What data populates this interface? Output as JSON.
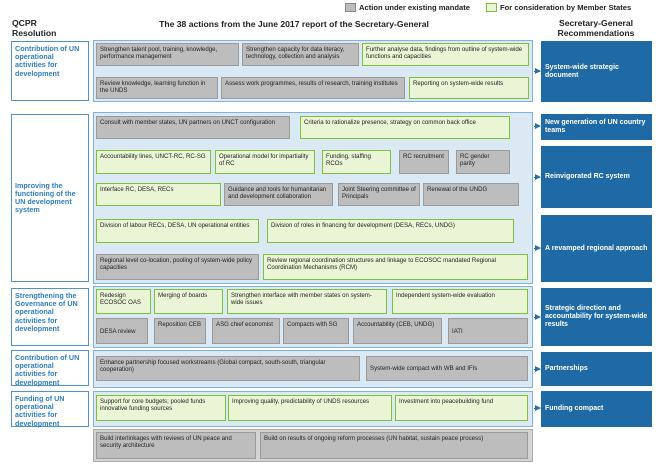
{
  "legend": {
    "mandate_label": "Action under existing mandate",
    "member_states_label": "For consideration by Member States",
    "colors": {
      "mandate": "#bdbdbd",
      "member_states": "#eaf5d6",
      "accent_blue": "#1f6aa5"
    }
  },
  "headers": {
    "qcpr": "QCPR\nResolution",
    "actions": "The 38 actions from the June 2017 report of the Secretary-General",
    "recommendations": "Secretary-General\nRecommendations"
  },
  "rows": [
    {
      "qcpr": "Contribution of UN operational activities for development",
      "actions": [
        {
          "text": "Strengthen talent pool, training, knowledge, performance management",
          "type": "gray"
        },
        {
          "text": "Strengthen capacity for data literacy, technology, collection and analysis",
          "type": "gray"
        },
        {
          "text": "Further analyse data, findings from outline of system-wide functions and capacities",
          "type": "green"
        },
        {
          "text": "Review knowledge, learning function in the UNDS",
          "type": "gray"
        },
        {
          "text": "Assess work programmes, results of research, training institutes",
          "type": "gray"
        },
        {
          "text": "Reporting on system-wide results",
          "type": "green"
        }
      ],
      "recommendation": "System-wide strategic document"
    },
    {
      "qcpr": "Improving the functioning of the UN development system",
      "actions": [
        {
          "text": "Consult with member states, UN partners on UNCT configuration",
          "type": "gray"
        },
        {
          "text": "Criteria to rationalize presence, strategy on common back office",
          "type": "green"
        },
        {
          "text": "Accountability lines, UNCT-RC, RC-SG",
          "type": "green"
        },
        {
          "text": "Operational model for impartiality of RC",
          "type": "green"
        },
        {
          "text": "Funding, staffing RCOs",
          "type": "green"
        },
        {
          "text": "RC recruitment",
          "type": "gray"
        },
        {
          "text": "RC gender parity",
          "type": "gray"
        },
        {
          "text": "Interface RC, DESA, RECs",
          "type": "green"
        },
        {
          "text": "Guidance and tools for humanitarian and development collaboration",
          "type": "gray"
        },
        {
          "text": "Joint Steering committee of Principals",
          "type": "gray"
        },
        {
          "text": "Renewal of the UNDG",
          "type": "gray"
        },
        {
          "text": "Division of labour RECs, DESA, UN operational entities",
          "type": "green"
        },
        {
          "text": "Division of roles in financing for development (DESA, RECs, UNDG)",
          "type": "green"
        },
        {
          "text": "Regional level co-location, pooling of system-wide policy capacities",
          "type": "gray"
        },
        {
          "text": "Review regional coordination structures and linkage to ECOSOC mandated Regional Coordination Mechanisms (RCM)",
          "type": "green"
        }
      ],
      "recommendations": [
        "New generation of UN country teams",
        "Reinvigorated RC system",
        "A revamped regional approach"
      ]
    },
    {
      "qcpr": "Strengthening the Governance of UN operational activities for development",
      "actions": [
        {
          "text": "Redesign ECOSOC OAS",
          "type": "green"
        },
        {
          "text": "Merging of boards",
          "type": "green"
        },
        {
          "text": "Strengthen interface with member states on system-wide issues",
          "type": "green"
        },
        {
          "text": "Independent system-wide evaluation",
          "type": "green"
        },
        {
          "text": "DESA review",
          "type": "gray"
        },
        {
          "text": "Reposition CEB",
          "type": "gray"
        },
        {
          "text": "ASG chief economist",
          "type": "gray"
        },
        {
          "text": "Compacts with SG",
          "type": "gray"
        },
        {
          "text": "Accountability (CEB, UNDG)",
          "type": "gray"
        },
        {
          "text": "IATI",
          "type": "gray"
        }
      ],
      "recommendation": "Strategic direction and accountability for system-wide results"
    },
    {
      "qcpr": "Contribution of UN operational activities for development",
      "actions": [
        {
          "text": "Enhance partnership focused workstreams (Global compact, south-south, triangular cooperation)",
          "type": "gray"
        },
        {
          "text": "System-wide compact with WB and IFIs",
          "type": "gray"
        }
      ],
      "recommendation": "Partnerships"
    },
    {
      "qcpr": "Funding of UN operational activities for development",
      "actions": [
        {
          "text": "Support for core budgets; pooled funds innovative funding sources",
          "type": "green"
        },
        {
          "text": "Improving quality, predictability of UNDS resources",
          "type": "green"
        },
        {
          "text": "Investment into peacebuilding fund",
          "type": "green"
        },
        {
          "text": "Build interlinkages with reviews of UN peace and security architecture",
          "type": "gray"
        },
        {
          "text": "Build on results of ongoing reform processes (UN habitat, sustain peace process)",
          "type": "gray"
        }
      ],
      "recommendation": "Funding compact"
    }
  ]
}
